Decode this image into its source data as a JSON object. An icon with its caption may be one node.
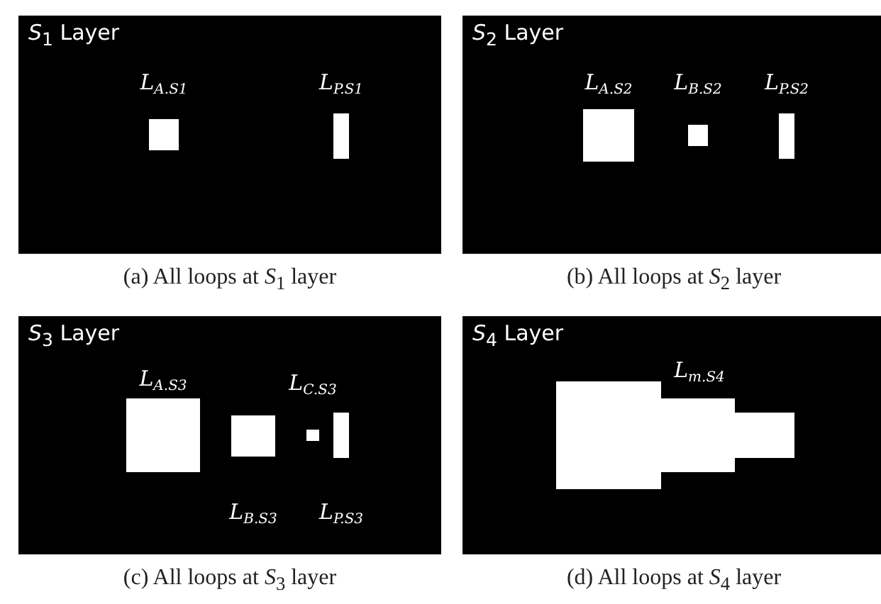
{
  "diagram": {
    "nodes": [
      {
        "text": [
          "*S*$_{1}$ Layer"
        ],
        "beside": [
          "(a) All loops at *S*$_{1}$ layer"
        ]
      },
      {
        "text": [
          "L$_{A.S1}$"
        ],
        "in": 0
      },
      {
        "text": [
          "L$_{P.S1}$"
        ],
        "in": 0
      },
      {
        "text": [
          "*S*$_{2}$ Layer"
        ],
        "beside": [
          "(b) All loops at *S*$_{2}$ layer"
        ]
      },
      {
        "text": [
          "L$_{A.S2}$"
        ],
        "in": 3
      },
      {
        "text": [
          "L$_{B.S2}$"
        ],
        "in": 3
      },
      {
        "text": [
          "L$_{P.S2}$"
        ],
        "in": 3
      },
      {
        "text": [
          "*S*$_{3}$ Layer"
        ],
        "beside": [
          "(c) All loops at *S*$_{3}$ layer"
        ]
      },
      {
        "text": [
          "L$_{A.S3}$"
        ],
        "in": 7
      },
      {
        "text": [
          "L$_{B.S3}$"
        ],
        "in": 7
      },
      {
        "text": [
          "L$_{C.S3}$"
        ],
        "in": 7
      },
      {
        "text": [
          "L$_{P.S3}$"
        ],
        "in": 7
      },
      {
        "text": [
          "*S*$_{4}$ Layer"
        ],
        "beside": [
          "(d) All loops at *S*$_{4}$ layer"
        ]
      },
      {
        "text": [
          "L$_{m.S4}$"
        ],
        "in": 12
      }
    ]
  }
}
